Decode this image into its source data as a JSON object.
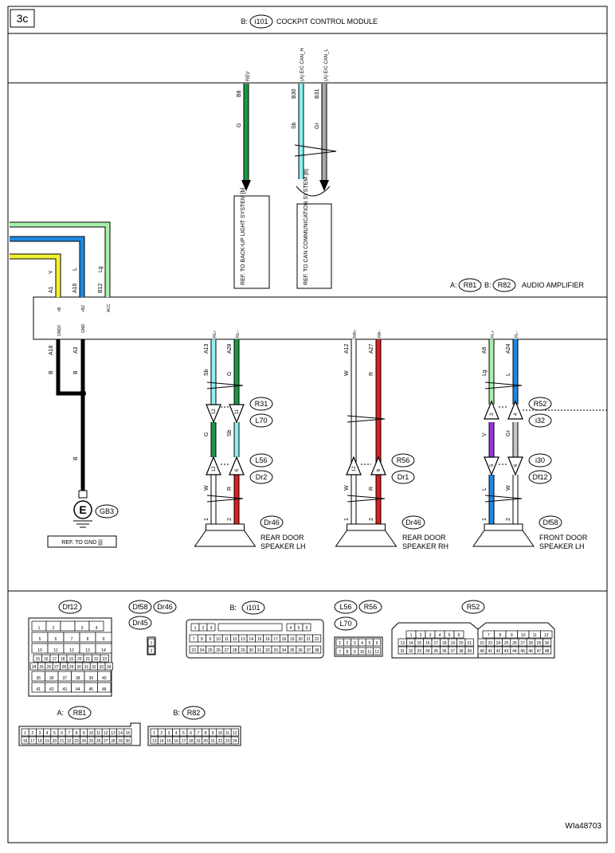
{
  "page": {
    "section": "3c",
    "code": "WIa48703",
    "top_module_prefix": "B:",
    "top_module_id": "i101",
    "top_module_name": "COCKPIT CONTROL MODULE"
  },
  "amplifier": {
    "prefix_a": "A:",
    "id_a": "R81",
    "prefix_b": "B:",
    "id_b": "R82",
    "name": "AUDIO AMPLIFIER"
  },
  "top_wires": [
    {
      "pin": "B8",
      "signal": "REV",
      "color": "G",
      "hex": "#1a9a45"
    },
    {
      "pin": "B30",
      "signal": "(A) E/C CAN_H",
      "color": "Sb",
      "hex": "#8ff0f0"
    },
    {
      "pin": "B31",
      "signal": "(A) E/C CAN_L",
      "color": "Gr",
      "hex": "#a9a9a9"
    }
  ],
  "refs": {
    "backup": "REF. TO BACK-UP LIGHT SYSTEM [b]",
    "can": "REF. TO CAN COMMUNICATION SYSTEM [b]",
    "gnd": "REF. TO GND [j]"
  },
  "power_wires": [
    {
      "pin": "A1",
      "term": "+B",
      "color": "Y",
      "hex": "#f2f230"
    },
    {
      "pin": "A16",
      "term": "+B2",
      "color": "L",
      "hex": "#1e88e5"
    },
    {
      "pin": "B12",
      "term": "ACC",
      "color": "Lg",
      "hex": "#a8f0a8"
    }
  ],
  "ground_wires": [
    {
      "pin": "A18",
      "term": "GND2",
      "color": "B"
    },
    {
      "pin": "A3",
      "term": "GND",
      "color": "B"
    }
  ],
  "ground": {
    "joint_color": "B",
    "symbol": "E",
    "id": "GB3"
  },
  "speakers": [
    {
      "name_line1": "REAR DOOR",
      "name_line2": "SPEAKER LH",
      "conn": "Dr46",
      "conn_r1": "R31",
      "conn_r2": "L70",
      "conn_l1": "L56",
      "conn_l2": "Dr2",
      "pos": {
        "term": "RL+",
        "pin": "A13",
        "c1": "Sb",
        "c2": "G",
        "c3": "W",
        "h1": "#8ff0f0",
        "h2": "#1a9a45",
        "h3": "#ffffff",
        "j1": "12",
        "j2": "12",
        "sp": "1"
      },
      "neg": {
        "term": "RL−",
        "pin": "A28",
        "c1": "G",
        "c2": "Sb",
        "c3": "R",
        "h1": "#1a9a45",
        "h2": "#8ff0f0",
        "h3": "#e02020",
        "j1": "11",
        "j2": "6",
        "sp": "2"
      }
    },
    {
      "name_line1": "REAR DOOR",
      "name_line2": "SPEAKER RH",
      "conn": "Dr46",
      "conn_l1": "R56",
      "conn_l2": "Dr1",
      "pos": {
        "term": "RR+",
        "pin": "A12",
        "c1": "W",
        "c3": "W",
        "h1": "#ffffff",
        "h3": "#ffffff",
        "j2": "12",
        "sp": "1"
      },
      "neg": {
        "term": "RR−",
        "pin": "A27",
        "c1": "R",
        "c3": "R",
        "h1": "#e02020",
        "h3": "#e02020",
        "j2": "6",
        "sp": "2"
      }
    },
    {
      "name_line1": "FRONT DOOR",
      "name_line2": "SPEAKER LH",
      "conn": "Df58",
      "conn_r1": "R52",
      "conn_r2": "i32",
      "conn_l1": "i30",
      "conn_l2": "Df12",
      "pos": {
        "term": "FL+",
        "pin": "A9",
        "c1": "Lg",
        "c2": "V",
        "c3": "L",
        "h1": "#a8f0a8",
        "h2": "#9b30e0",
        "h3": "#1e88e5",
        "j1": "3",
        "j2": "5",
        "sp": "1"
      },
      "neg": {
        "term": "FL−",
        "pin": "A24",
        "c1": "L",
        "c2": "Gr",
        "c3": "W",
        "h1": "#1e88e5",
        "h2": "#c8c8c8",
        "h3": "#ffffff",
        "j1": "4",
        "j2": "6",
        "sp": "2"
      }
    }
  ],
  "connectors": {
    "df12": {
      "label": "Df12",
      "rows": [
        [
          "1",
          "2",
          "",
          "3",
          "4"
        ],
        [
          "5",
          "6",
          "7",
          "8",
          "9"
        ],
        [
          "10",
          "11",
          "12",
          "13",
          "14"
        ],
        [
          "15",
          "16",
          "17",
          "18",
          "19",
          "20",
          "21",
          "22",
          "23"
        ],
        [
          "24",
          "25",
          "26",
          "27",
          "28",
          "29",
          "30",
          "31",
          "32",
          "33",
          "34"
        ],
        [
          "35",
          "36",
          "37",
          "38",
          "39",
          "40"
        ],
        [
          "41",
          "42",
          "43",
          "44",
          "45",
          "46"
        ]
      ]
    },
    "df58": {
      "labels": [
        "Df58",
        "Dr46",
        "Dr45"
      ],
      "pins": [
        "1",
        "2"
      ]
    },
    "i101": {
      "prefix": "B:",
      "label": "i101",
      "row1": [
        "1",
        "2",
        "3",
        "4",
        "5",
        "6"
      ],
      "row2": [
        "7",
        "8",
        "9",
        "10",
        "11",
        "12",
        "13",
        "14",
        "15",
        "16",
        "17",
        "18",
        "19",
        "20",
        "21",
        "22"
      ],
      "row3": [
        "23",
        "24",
        "25",
        "26",
        "27",
        "28",
        "29",
        "30",
        "31",
        "32",
        "33",
        "34",
        "35",
        "36",
        "37",
        "38"
      ]
    },
    "l56": {
      "labels": [
        "L56",
        "R56",
        "L70"
      ],
      "row1": [
        "1",
        "2",
        "3",
        "4",
        "5",
        "6"
      ],
      "row2": [
        "7",
        "8",
        "9",
        "10",
        "11",
        "12"
      ]
    },
    "r52": {
      "label": "R52",
      "row1": [
        "1",
        "2",
        "3",
        "4",
        "5",
        "6",
        "7",
        "8",
        "9",
        "10",
        "11",
        "12"
      ],
      "row2": [
        "13",
        "14",
        "15",
        "16",
        "17",
        "18",
        "19",
        "20",
        "21",
        "22",
        "23",
        "24",
        "25",
        "26",
        "27",
        "28",
        "29",
        "30"
      ],
      "row3": [
        "31",
        "32",
        "33",
        "34",
        "35",
        "36",
        "37",
        "38",
        "39",
        "40",
        "41",
        "42",
        "43",
        "44",
        "45",
        "46",
        "47",
        "48"
      ]
    },
    "r81": {
      "prefix": "A:",
      "label": "R81",
      "row1": [
        "1",
        "2",
        "3",
        "4",
        "5",
        "6",
        "7",
        "8",
        "9",
        "10",
        "11",
        "12",
        "13",
        "14",
        "15"
      ],
      "row2": [
        "16",
        "17",
        "18",
        "19",
        "20",
        "21",
        "22",
        "23",
        "24",
        "25",
        "26",
        "27",
        "28",
        "29",
        "30"
      ]
    },
    "r82": {
      "prefix": "B:",
      "label": "R82",
      "row1": [
        "1",
        "2",
        "3",
        "4",
        "5",
        "6",
        "7",
        "8",
        "9",
        "10",
        "11",
        "12"
      ],
      "row2": [
        "13",
        "14",
        "15",
        "16",
        "17",
        "18",
        "19",
        "20",
        "21",
        "22",
        "23",
        "24"
      ]
    }
  }
}
